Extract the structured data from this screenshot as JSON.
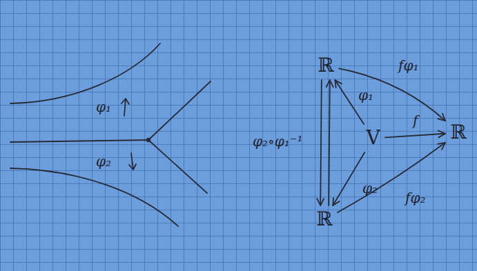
{
  "diagram": {
    "nodes": [
      {
        "text": [
          "ℝ"
        ]
      },
      {
        "text": [
          "V"
        ]
      },
      {
        "text": [
          "ℝ"
        ]
      },
      {
        "text": [
          "ℝ"
        ]
      }
    ],
    "edges": [
      {
        "from": 1,
        "to": 0,
        "arrow": "to",
        "label": "φ₁"
      },
      {
        "from": 1,
        "to": 2,
        "arrow": "to",
        "label": "f"
      },
      {
        "from": 1,
        "to": 3,
        "arrow": "to",
        "label": "φ₂"
      },
      {
        "from": 0,
        "to": 2,
        "arrow": "to",
        "label": "fφ₁"
      },
      {
        "from": 3,
        "to": 2,
        "arrow": "to",
        "label": "fφ₂"
      },
      {
        "from": 0,
        "to": 3,
        "arrow": "both",
        "label": "φ₂∘φ₁⁻¹"
      }
    ],
    "labels": [
      "φ₁",
      "φ₂"
    ]
  }
}
